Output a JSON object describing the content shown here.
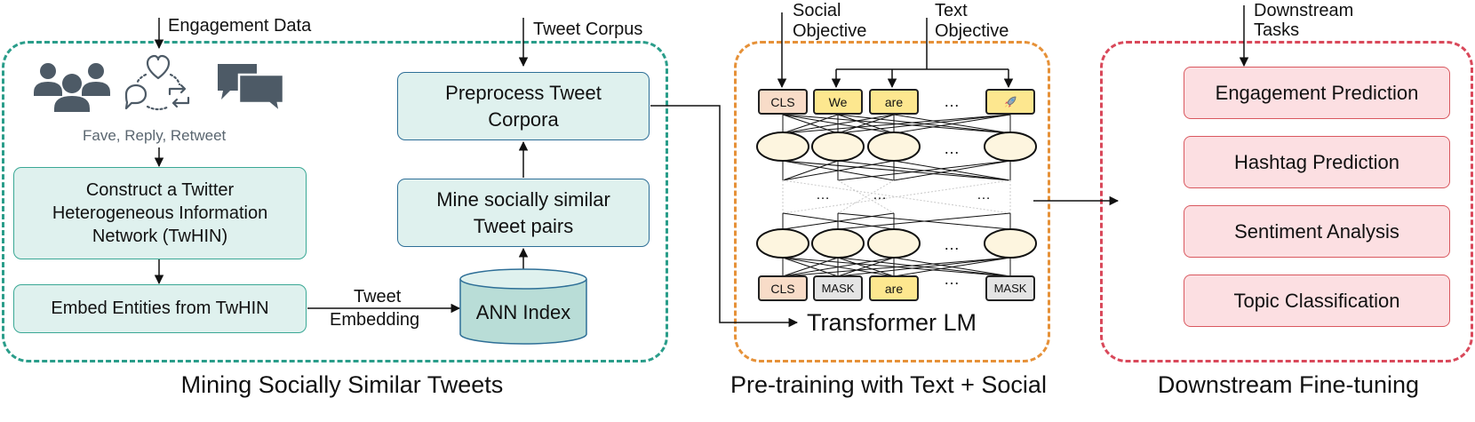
{
  "sections": {
    "mining": {
      "title": "Mining Socially Similar Tweets",
      "border_color": "#2a9d8a"
    },
    "pretraining": {
      "title": "Pre-training with Text + Social",
      "border_color": "#e69138"
    },
    "downstream": {
      "title": "Downstream Fine-tuning",
      "border_color": "#d9485a"
    }
  },
  "inputs": {
    "engagement_data": "Engagement Data",
    "tweet_corpus": "Tweet Corpus",
    "social_objective": [
      "Social",
      "Objective"
    ],
    "text_objective": [
      "Text",
      "Objective"
    ],
    "downstream_tasks": [
      "Downstream",
      "Tasks"
    ]
  },
  "engagement_caption": "Fave, Reply, Retweet",
  "boxes": {
    "construct_twhin": "Construct a Twitter Heterogeneous Information Network (TwHIN)",
    "embed_entities": "Embed Entities from TwHIN",
    "preprocess": "Preprocess Tweet Corpora",
    "mine_pairs": "Mine socially similar Tweet pairs",
    "ann_index": "ANN Index"
  },
  "edge_labels": {
    "tweet_embedding": [
      "Tweet",
      "Embedding"
    ]
  },
  "transformer": {
    "label": "Transformer LM",
    "top_tokens": [
      "CLS",
      "We",
      "are",
      "…",
      "🚀"
    ],
    "bottom_tokens": [
      "CLS",
      "MASK",
      "are",
      "…",
      "MASK"
    ],
    "ellipsis": "…"
  },
  "tasks": [
    "Engagement Prediction",
    "Hashtag Prediction",
    "Sentiment Analysis",
    "Topic Classification"
  ],
  "icons": [
    "users-group-icon",
    "fave-reply-retweet-icon",
    "chat-bubbles-icon",
    "rocket-icon"
  ],
  "colors": {
    "teal_fill": "#dff1ee",
    "teal_border": "#3aa895",
    "blue_border": "#2e6f97",
    "task_fill": "#fcdfe2",
    "task_border": "#d9585f",
    "cls_fill": "#f8dcc8",
    "word_fill": "#fde78f",
    "mask_fill": "#e4e4e4",
    "node_fill": "#fdf5df",
    "icon_gray": "#4d5a66"
  }
}
